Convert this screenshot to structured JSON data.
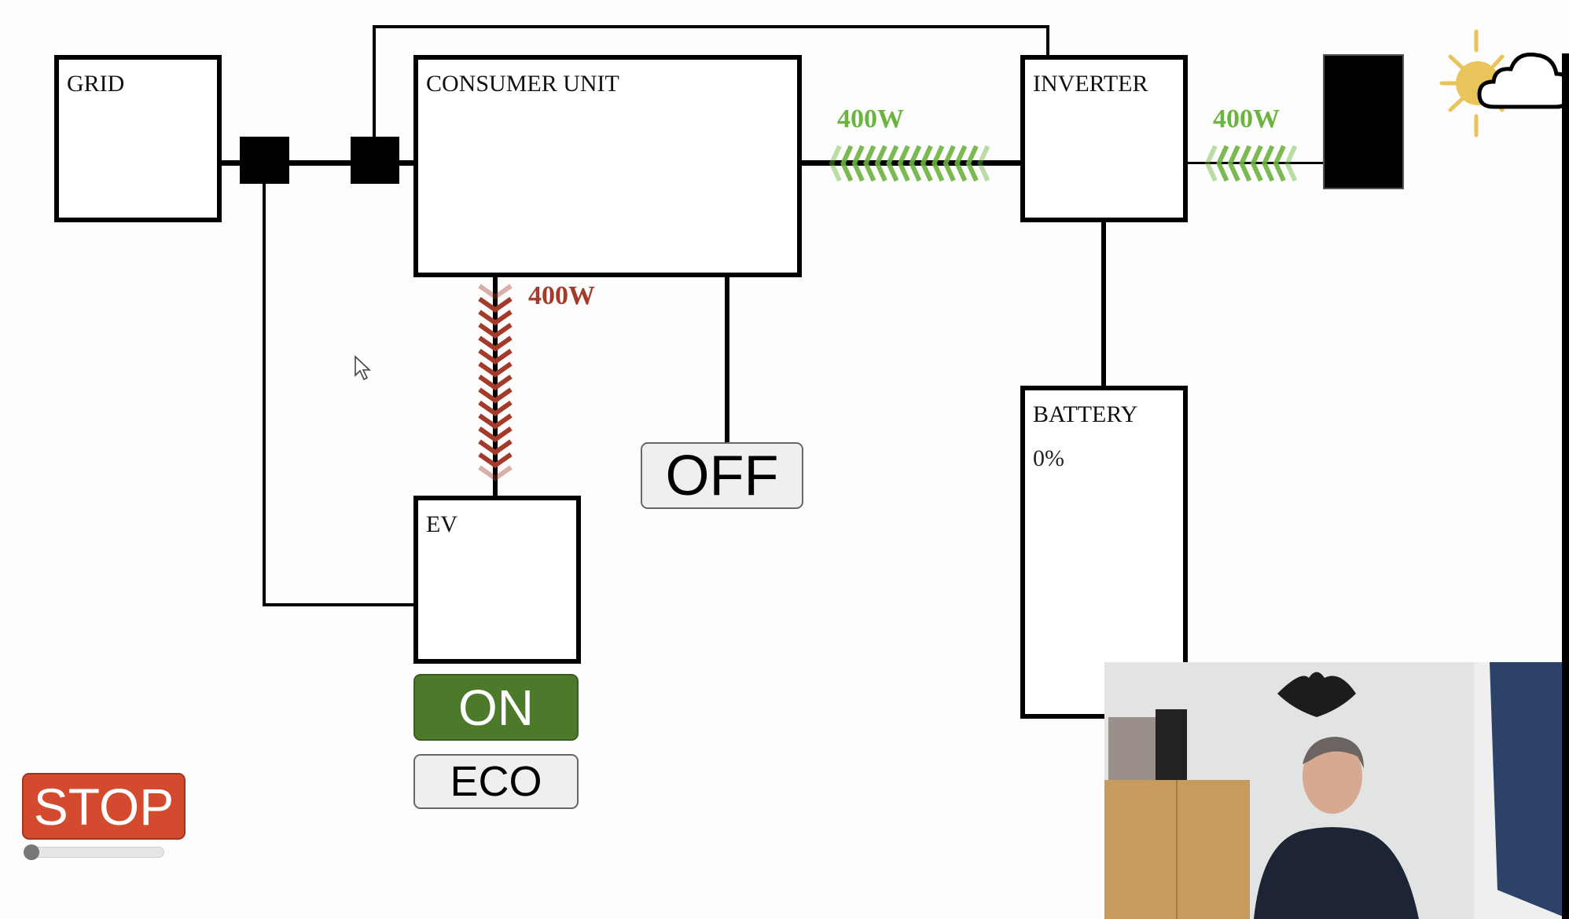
{
  "diagram": {
    "nodes": {
      "grid": {
        "label": "GRID"
      },
      "consumer_unit": {
        "label": "CONSUMER UNIT"
      },
      "inverter": {
        "label": "INVERTER"
      },
      "battery": {
        "label": "BATTERY",
        "charge": "0%"
      },
      "ev": {
        "label": "EV"
      },
      "solar_panel": {
        "label": ""
      }
    },
    "flows": {
      "consumer_to_ev": {
        "value": "400W",
        "color": "#a33a2a",
        "direction": "down"
      },
      "inverter_to_consumer": {
        "value": "400W",
        "color": "#6db33f",
        "direction": "left"
      },
      "panel_to_inverter": {
        "value": "400W",
        "color": "#6db33f",
        "direction": "left"
      }
    },
    "weather": {
      "icon": "sun-behind-cloud-icon",
      "sun_color": "#e8c45a"
    }
  },
  "controls": {
    "appliance_toggle": "OFF",
    "ev_mode_on": "ON",
    "ev_mode_eco": "ECO",
    "stop": "STOP",
    "speed_slider_value": 0
  },
  "colors": {
    "on_green": "#4c7a2a",
    "stop_red": "#d44a2e",
    "flow_green": "#6db33f",
    "flow_red": "#a33a2a"
  }
}
